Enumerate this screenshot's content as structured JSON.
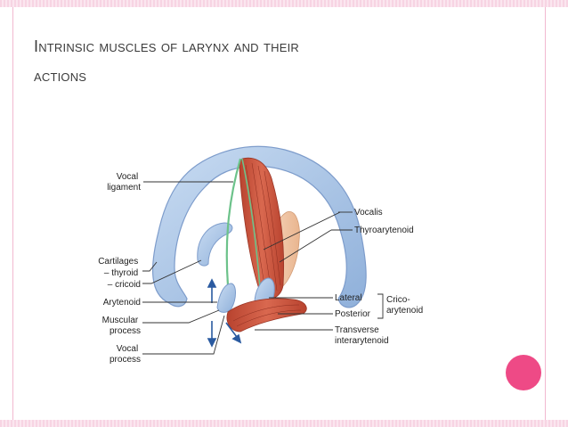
{
  "slide": {
    "title_words": [
      "Intrinsic",
      "muscles",
      "of",
      "larynx",
      "and",
      "their",
      "actions"
    ]
  },
  "labels": {
    "vocal_ligament": [
      "Vocal",
      "ligament"
    ],
    "vocalis": "Vocalis",
    "thyroarytenoid": "Thyroarytenoid",
    "cartilages": [
      "Cartilages",
      "– thyroid",
      "– cricoid"
    ],
    "arytenoid": "Arytenoid",
    "muscular_process": [
      "Muscular",
      "process"
    ],
    "vocal_process": [
      "Vocal",
      "process"
    ],
    "lateral": "Lateral",
    "posterior": "Posterior",
    "crico_arytenoid": [
      "Crico-",
      "arytenoid"
    ],
    "transverse_interarytenoid": [
      "Transverse",
      "interarytenoid"
    ]
  },
  "colors": {
    "accent": "#ee4a86",
    "cartilage": "#a8c6e8",
    "muscle": "#c8523f",
    "ligament": "#6cc28a",
    "arrow": "#2a5aa0"
  }
}
